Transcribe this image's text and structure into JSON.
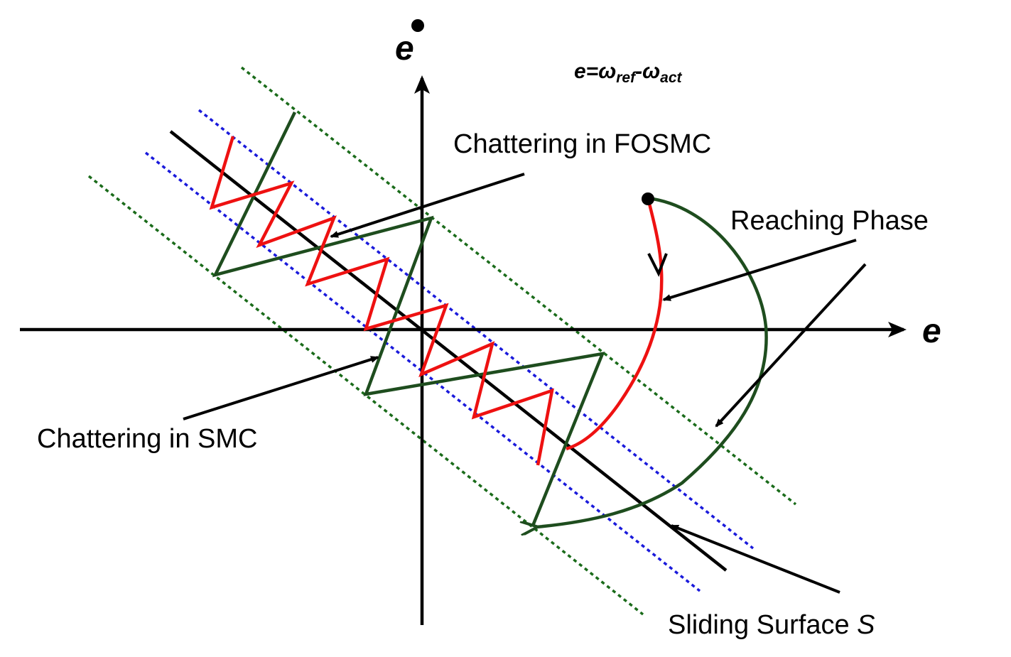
{
  "axes": {
    "x_label": "e",
    "y_label": "e",
    "y_label_dot": "•"
  },
  "equation": {
    "lhs": "e=ω",
    "sub1": "ref",
    "mid": "-ω",
    "sub2": "act"
  },
  "labels": {
    "fosmc": "Chattering in FOSMC",
    "reaching": "Reaching Phase",
    "smc": "Chattering in SMC",
    "sliding": "Sliding Surface ",
    "sliding_symbol": "S"
  },
  "colors": {
    "axis": "#000000",
    "sliding_surface": "#000000",
    "outer_boundary": "#1a6b1a",
    "inner_boundary": "#1a1adb",
    "fosmc_trajectory": "#ee1111",
    "smc_trajectory": "#1e4d1e",
    "pointer": "#000000"
  }
}
